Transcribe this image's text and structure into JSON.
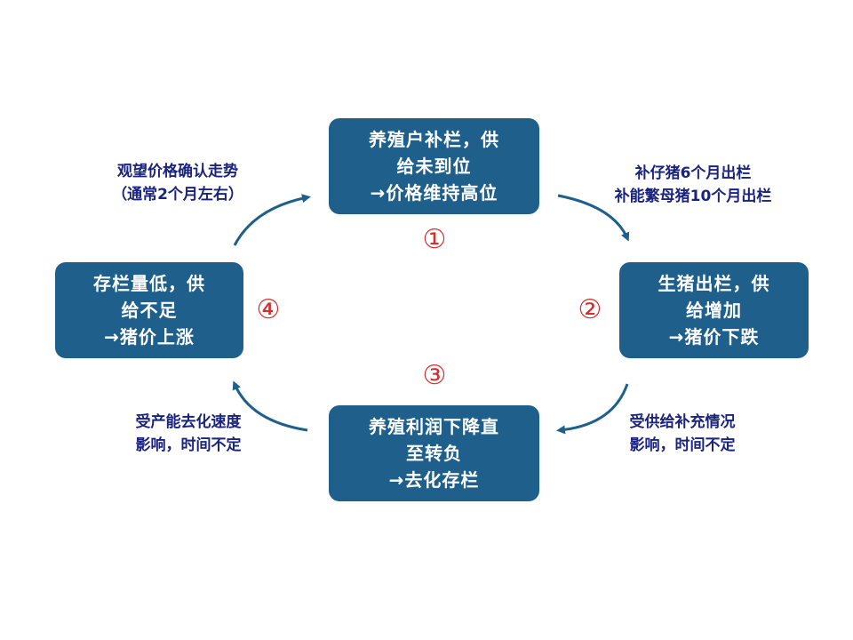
{
  "boxes": {
    "top": [
      "养殖户补栏，供",
      "给未到位",
      "→价格维持高位"
    ],
    "right": [
      "生猪出栏，供",
      "给增加",
      "→猪价下跌"
    ],
    "bottom": [
      "养殖利润下降直",
      "至转负",
      "→去化存栏"
    ],
    "left": [
      "存栏量低，供",
      "给不足",
      "→猪价上涨"
    ]
  },
  "annotations": {
    "top_left": [
      "观望价格确认走势",
      "（通常2个月左右）"
    ],
    "top_right": [
      "补仔猪6个月出栏",
      "补能繁母猪10个月出栏"
    ],
    "bottom_right": [
      "受供给补充情况",
      "影响，时间不定"
    ],
    "bottom_left": [
      "受产能去化速度",
      "影响，时间不定"
    ]
  },
  "step_numbers": [
    "①",
    "②",
    "③",
    "④"
  ],
  "colors": {
    "box_fill": "#1f5f8b",
    "annotation_text": "#1a237e",
    "step_number": "#d32f2f",
    "arrow": "#1f5f8b"
  }
}
